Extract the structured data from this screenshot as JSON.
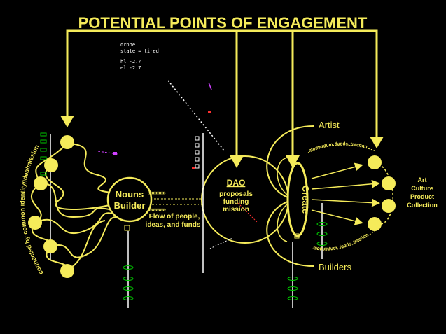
{
  "title": "POTENTIAL POINTS OF ENGAGEMENT",
  "debug_overlay": {
    "line1": "drone",
    "line2": "state = tired",
    "line3": "hl  -2.7",
    "line4": "el  -2.7"
  },
  "left_group": {
    "curved_label": "connected by common identity/idea/mission"
  },
  "nouns_builder": {
    "line1": "Nouns",
    "line2": "Builder",
    "arrows": "››››››››››››",
    "flow_line1": "Flow of people,",
    "flow_line2": "ideas, and funds"
  },
  "dao": {
    "title": "DAO",
    "line1": "proposals",
    "line2": "funding",
    "line3": "mission"
  },
  "create": {
    "label": "Create",
    "artist": "Artist",
    "builders": "Builders"
  },
  "outputs": {
    "top_curve": "momentum, funds, traction",
    "bottom_curve": "momentum, funds, traction",
    "line1": "Art",
    "line2": "Culture",
    "line3": "Product",
    "line4": "Collection"
  },
  "colors": {
    "accent": "#f5eb5a",
    "background": "#000000",
    "debug_green": "#00c800",
    "debug_magenta": "#d040ff",
    "debug_red": "#ff3030"
  }
}
